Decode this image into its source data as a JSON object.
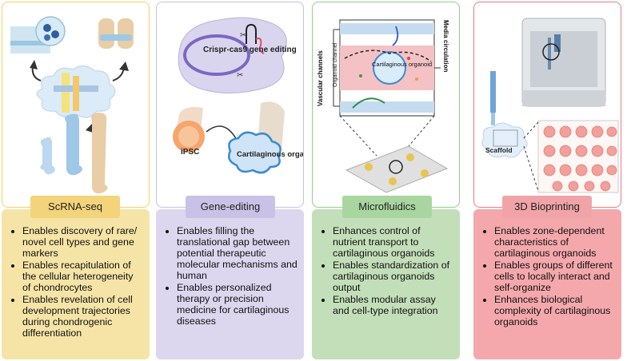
{
  "panels": [
    {
      "title": "ScRNA-seq",
      "color": "#f6cf66",
      "tab_color": "#f3d47a",
      "box_color": "#f6e4a6",
      "bullets": [
        "Enables discovery of rare/ novel cell types and gene markers",
        "Enables recapitulation of the cellular heterogeneity of chondrocytes",
        "Enables revelation of cell development trajectories during chondrogenic differentiation"
      ]
    },
    {
      "title": "Gene-editing",
      "color": "#c8bfe6",
      "tab_color": "#c9c2e6",
      "box_color": "#dcd6ee",
      "bullets": [
        "Enables filling the translational gap between potential therapeutic molecular mechanisms and human",
        "Enables personalized therapy or precision medicine for cartilaginous diseases"
      ],
      "labels": {
        "crispr": "Crispr-cas9 gene editing",
        "ipsc": "iPSC",
        "organoid": "Cartilaginous organoid"
      }
    },
    {
      "title": "Microfluidics",
      "color": "#8fcf8a",
      "tab_color": "#a9d6a0",
      "box_color": "#c3dfb9",
      "bullets": [
        "Enhances control of nutrient transport to cartilaginous organoids",
        "Enables standardization of cartilaginous organoids output",
        "Enables modular assay and cell-type integration"
      ],
      "labels": {
        "vascular": "Vascular channels",
        "organoid_channel": "Organoid channel",
        "media": "Media circulation",
        "organoid": "Cartilaginous organoid"
      }
    },
    {
      "title": "3D Bioprinting",
      "color": "#e57e86",
      "tab_color": "#f0a4a8",
      "box_color": "#f5a8ac",
      "bullets": [
        "Enables zone-dependent characteristics of cartilaginous organoids",
        "Enables groups of different cells to locally interact and self-organize",
        "Enhances biological complexity of cartilaginous organoids"
      ],
      "labels": {
        "scaffold": "Scaffold"
      }
    }
  ]
}
